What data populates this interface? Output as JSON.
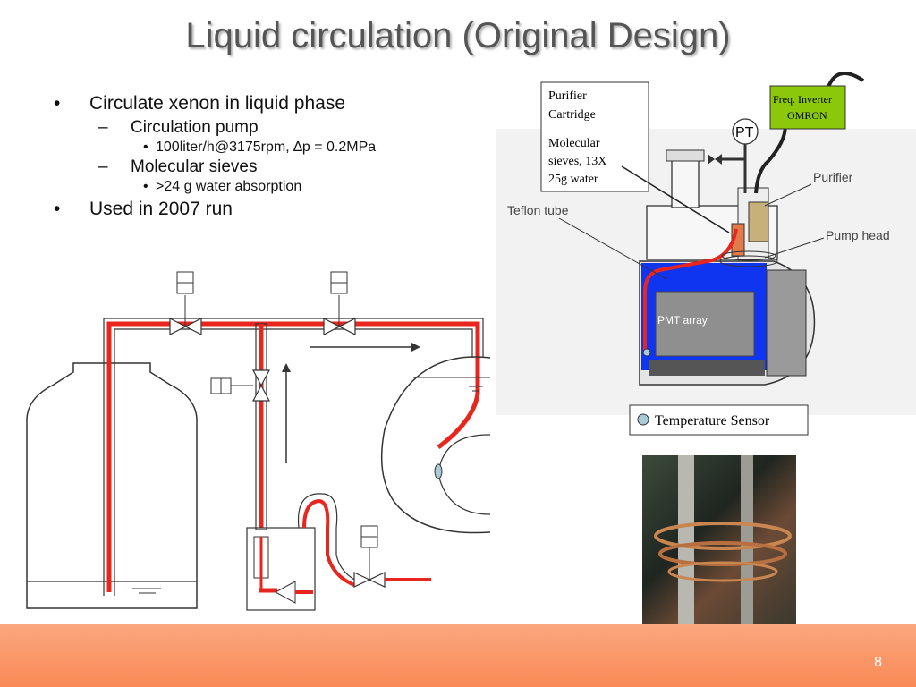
{
  "title": "Liquid circulation (Original Design)",
  "bullets": [
    {
      "text": "Circulate xenon in liquid phase"
    },
    {
      "text": "Circulation pump"
    },
    {
      "text": "100liter/h@3175rpm, ∆p = 0.2MPa"
    },
    {
      "text": "Molecular sieves"
    },
    {
      "text": ">24 g water absorption"
    },
    {
      "text": "Used in 2007 run"
    }
  ],
  "detector_diagram": {
    "purifier_box_line1": "Purifier",
    "purifier_box_line2": "Cartridge",
    "sieves_line1": "Molecular",
    "sieves_line2": "sieves, 13X",
    "sieves_line3": "25g water",
    "inverter_line1": "Freq. Inverter",
    "inverter_line2": "OMRON",
    "pt_label": "PT",
    "purifier_label": "Purifier",
    "pump_head_label": "Pump head",
    "teflon_tube_label": "Teflon tube",
    "pmt_array_label": "PMT array",
    "temperature_sensor_label": "Temperature Sensor"
  },
  "colors": {
    "pipe_red": "#e8261e",
    "detector_blue": "#1035f0",
    "inverter_green": "#8cc80a",
    "footer_orange": "#f98a55"
  },
  "page_number": "8"
}
